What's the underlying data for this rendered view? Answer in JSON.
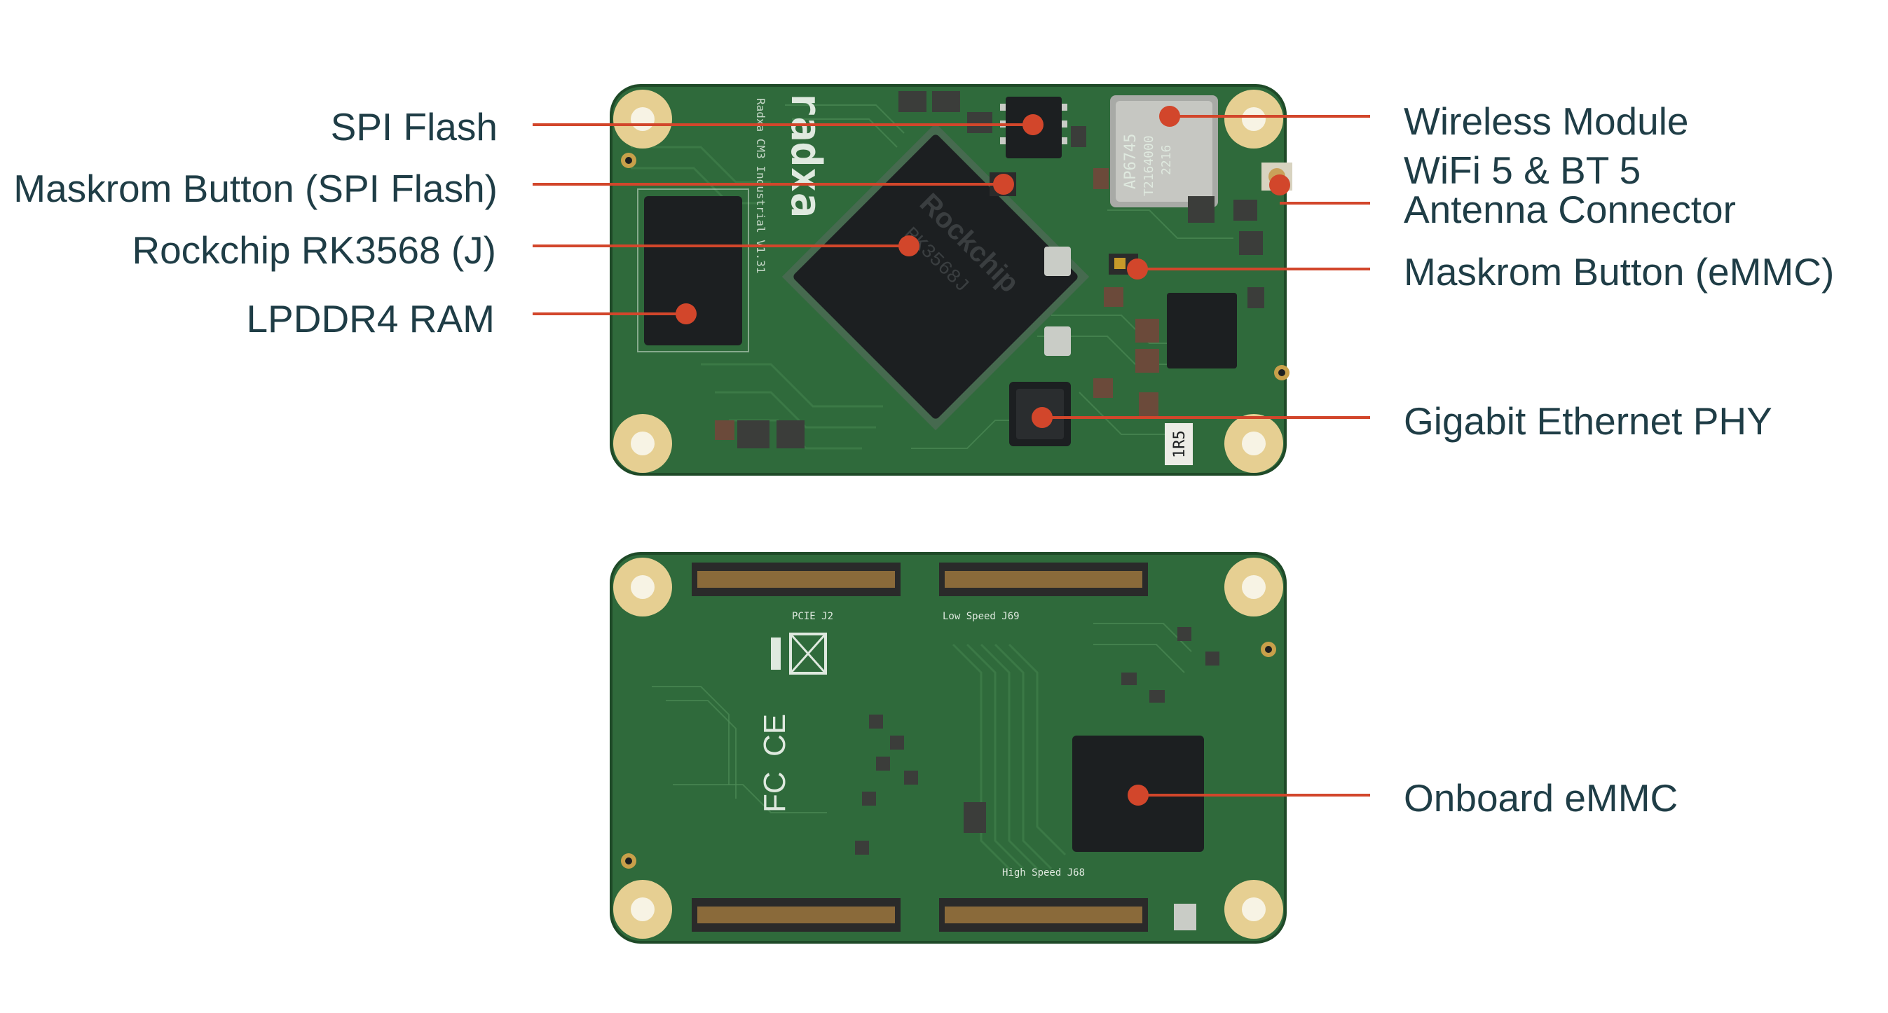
{
  "labels_left": [
    {
      "id": "spi-flash",
      "text": "SPI Flash"
    },
    {
      "id": "maskrom-spi",
      "text": "Maskrom Button (SPI Flash)"
    },
    {
      "id": "rk3568",
      "text": "Rockchip RK3568 (J)"
    },
    {
      "id": "lpddr4",
      "text": "LPDDR4 RAM"
    }
  ],
  "labels_right": [
    {
      "id": "wireless",
      "text": "Wireless Module"
    },
    {
      "id": "wireless-2",
      "text": "WiFi 5 & BT 5"
    },
    {
      "id": "antenna",
      "text": "Antenna Connector"
    },
    {
      "id": "maskrom-emmc",
      "text": "Maskrom Button (eMMC)"
    },
    {
      "id": "ethernet",
      "text": "Gigabit Ethernet PHY"
    },
    {
      "id": "emmc",
      "text": "Onboard eMMC"
    }
  ],
  "board_markings": {
    "brand": "radxa",
    "model": "Radxa CM3 Industrial V1.31",
    "soc_brand": "Rockchip",
    "soc_part": "RK3568J",
    "wifi_module": "AP6745",
    "wifi_code": "T2164000",
    "wifi_date": "2216",
    "rev_sticker": "1R5",
    "conn_pcie": "PCIE J2",
    "conn_low": "Low Speed J69",
    "conn_high": "High Speed J68"
  },
  "colors": {
    "label": "#1f3d46",
    "leader": "#d2462b",
    "pcb": "#2f6a3b",
    "mount_pad": "#e6cf92"
  }
}
